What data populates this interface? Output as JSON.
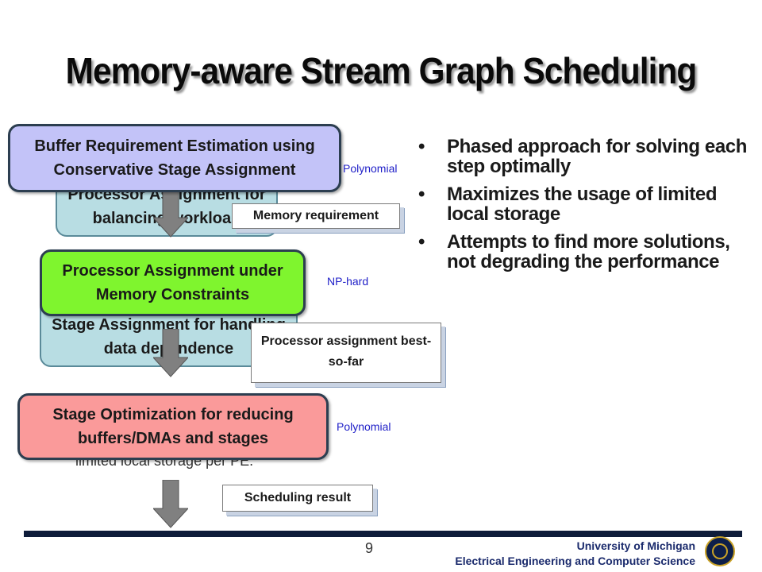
{
  "slide": {
    "title": "Memory-aware Stream Graph Scheduling",
    "page_number": "9",
    "footer": {
      "line1": "University of Michigan",
      "line2": "Electrical Engineering and Computer Science"
    }
  },
  "bullets": [
    "Phased approach for solving each step optimally",
    "Maximizes the usage of limited local storage",
    "Attempts to find more solutions, not degrading the performance"
  ],
  "flow": {
    "teal1": "Processor Assignment for balancing workload",
    "teal2": "Stage Assignment for handling data dependence",
    "behind_text": "limited  local storage per PE.",
    "box1": "Buffer Requirement Estimation using Conservative Stage Assignment",
    "box2": "Processor Assignment under Memory Constraints",
    "box3": "Stage Optimization for reducing buffers/DMAs and stages",
    "note1": "Memory requirement",
    "note2": "Processor assignment best-so-far",
    "note3": "Scheduling result",
    "complexity1": "Polynomial",
    "complexity2": "NP-hard",
    "complexity3": "Polynomial"
  },
  "colors": {
    "blue_box": "#c3c3f8",
    "green_box": "#7ff52e",
    "pink_box": "#fa9a9a",
    "teal_box": "#b8dde3",
    "complexity_text": "#2020c8"
  }
}
